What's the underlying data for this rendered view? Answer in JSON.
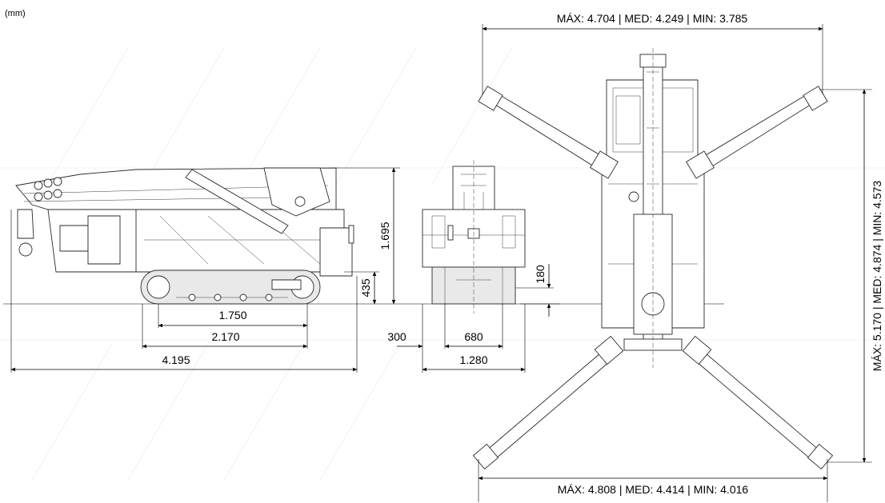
{
  "unit_label": "(mm)",
  "side_view": {
    "overall_length": "4.195",
    "track_length": "2.170",
    "track_contact": "1.750",
    "height": "1.695",
    "ground_clearance": "435"
  },
  "front_view": {
    "overall_width": "1.280",
    "track_width": "680",
    "track_offset": "300",
    "clearance": "180"
  },
  "top_view": {
    "width_top": "MÁX: 4.704 | MED: 4.249 | MIN: 3.785",
    "width_bottom": "MÁX: 4.808 | MED: 4.414 | MIN: 4.016",
    "length_side": "MÁX: 5.170 | MED: 4.874 | MIN: 4.573"
  }
}
